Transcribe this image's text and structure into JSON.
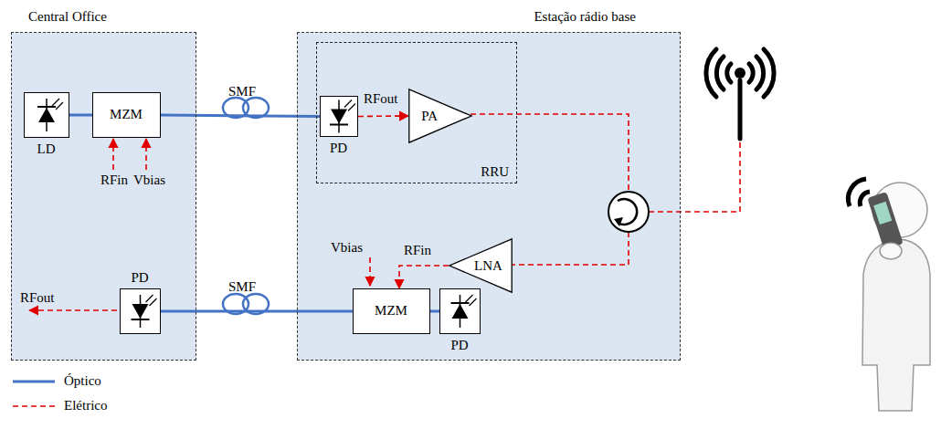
{
  "diagram": {
    "nodes": [
      {
        "text": [
          "Central Office"
        ]
      },
      {
        "text": [
          "LD"
        ],
        "in": 0
      },
      {
        "text": [
          "MZM"
        ],
        "in": 0
      },
      {
        "text": [
          "PD"
        ],
        "in": 0
      },
      {
        "text": [
          "Estação rádio base"
        ]
      },
      {
        "text": [
          "RRU"
        ],
        "in": 4
      },
      {
        "text": [
          "PD"
        ],
        "in": 5
      },
      {
        "text": [
          "PA"
        ],
        "in": 5
      },
      {
        "text": [
          "LNA"
        ],
        "in": 4
      },
      {
        "text": [
          "MZM"
        ],
        "in": 4
      },
      {
        "text": [
          "PD"
        ],
        "in": 4
      }
    ],
    "edges": [
      {
        "from": 1,
        "to": 2,
        "arrow": "none"
      },
      {
        "from": 2,
        "to": 6,
        "label": "SMF",
        "arrow": "none"
      },
      {
        "from": 6,
        "to": 7,
        "label": "RFout",
        "arrow": "to"
      },
      {
        "from": 8,
        "to": 9,
        "label": "RFin",
        "arrow": "to"
      },
      {
        "from": 10,
        "to": 9,
        "arrow": "none"
      },
      {
        "from": 9,
        "to": 3,
        "label": "SMF",
        "arrow": "none"
      }
    ],
    "labels": [
      "RFin",
      "Vbias",
      "RFout",
      "Vbias"
    ],
    "legend": [
      {
        "text": "Óptico"
      },
      {
        "text": "Elétrico"
      }
    ]
  }
}
